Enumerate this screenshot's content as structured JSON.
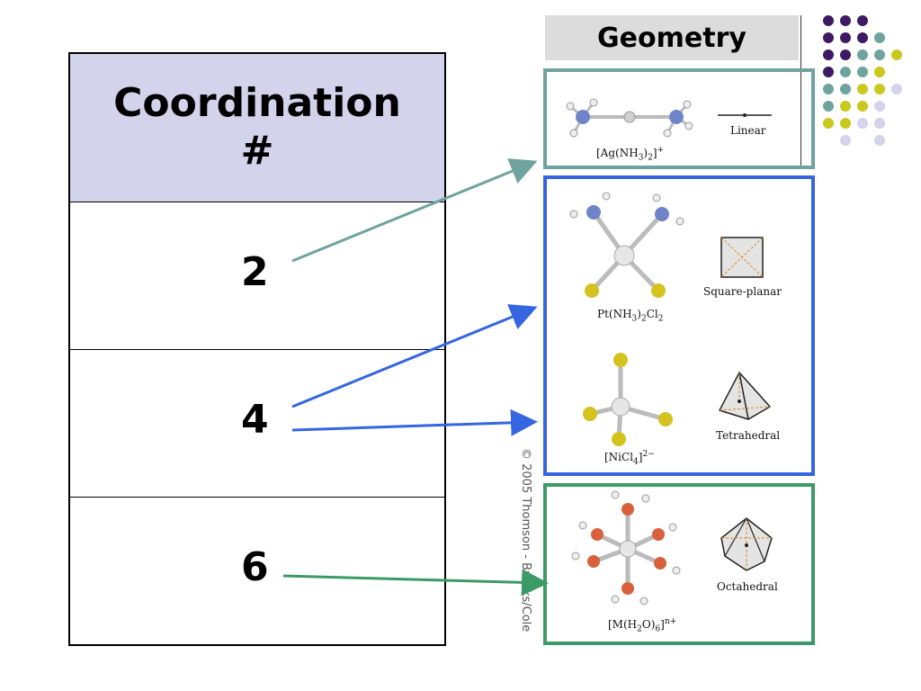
{
  "table": {
    "header": "Coordination #",
    "rows": [
      "2",
      "4",
      "6"
    ]
  },
  "geometry": {
    "header": "Geometry",
    "linear": {
      "formula_base": "[Ag(NH",
      "formula_sub": "3",
      "formula_tail": ")",
      "formula_sub2": "2",
      "formula_end": "]",
      "formula_sup": "+",
      "label": "Linear"
    },
    "square_planar": {
      "formula_base": "Pt(NH",
      "formula_sub": "3",
      "formula_tail": ")",
      "formula_sub2": "2",
      "formula_end": "Cl",
      "formula_sub3": "2",
      "label": "Square-planar"
    },
    "tetrahedral": {
      "formula_base": "[NiCl",
      "formula_sub": "4",
      "formula_end": "]",
      "formula_sup": "2−",
      "label": "Tetrahedral"
    },
    "octahedral": {
      "formula_base": "[M(H",
      "formula_sub": "2",
      "formula_tail": "O)",
      "formula_sub2": "6",
      "formula_end": "]",
      "formula_sup": "n+",
      "label": "Octahedral"
    }
  },
  "copyright": "© 2005 Thomson - Brooks/Cole",
  "colors": {
    "purple": "#3d1a63",
    "teal": "#6fa39d",
    "yellow": "#c8c81e",
    "lavender": "#d3d3ec",
    "blue": "#3565e0",
    "green": "#3c9a66"
  }
}
